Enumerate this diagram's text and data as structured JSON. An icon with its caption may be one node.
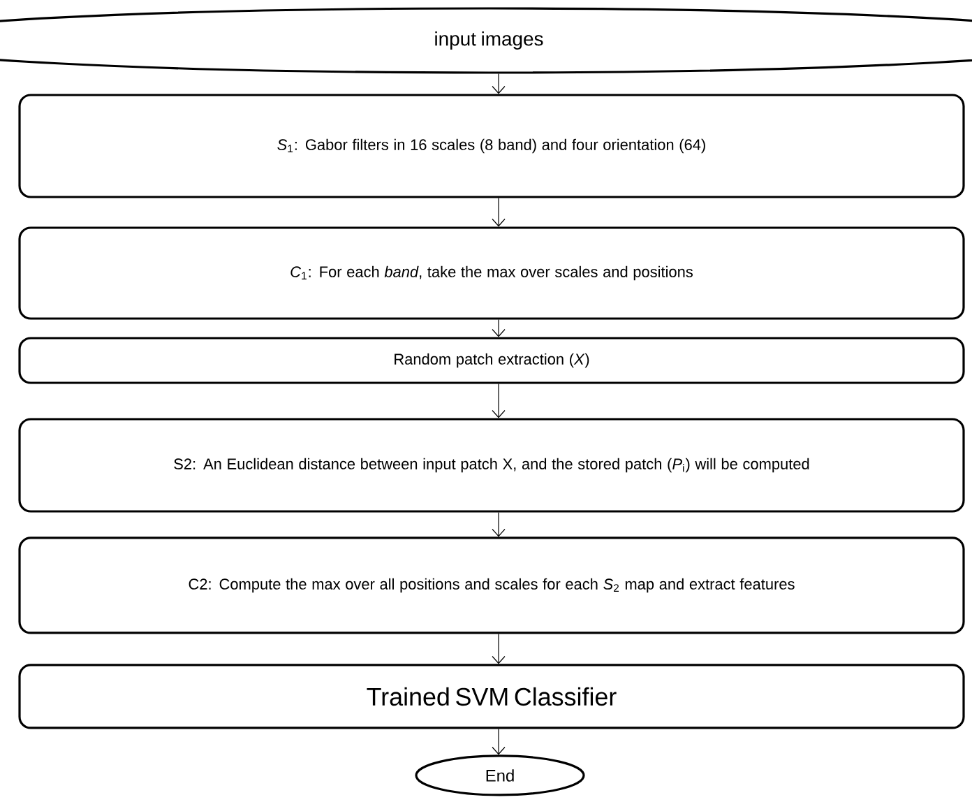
{
  "diagram": {
    "nodes": [
      {
        "text": [
          "input images"
        ]
      },
      {
        "text": [
          "*S*$_{1}$: Gabor filters in 16 scales (8 band) and four orientation (64)"
        ]
      },
      {
        "text": [
          "*C*$_{1}$: For each *band*, take the max over scales and positions"
        ]
      },
      {
        "text": [
          "Random patch extraction (*X*)"
        ]
      },
      {
        "text": [
          "S2: An Euclidean distance between input patch X, and the stored patch (*P*$_{i}$) will be computed"
        ]
      },
      {
        "text": [
          "C2: Compute the max over all positions and scales for each *S*$_{2}$ map and extract features"
        ]
      },
      {
        "text": [
          "Trained SVM Classifier"
        ]
      },
      {
        "text": [
          "End"
        ]
      }
    ],
    "edges": [
      {
        "from": 0,
        "to": 1,
        "arrow": "to"
      },
      {
        "from": 1,
        "to": 2,
        "arrow": "to"
      },
      {
        "from": 2,
        "to": 3,
        "arrow": "to"
      },
      {
        "from": 3,
        "to": 4,
        "arrow": "to"
      },
      {
        "from": 4,
        "to": 5,
        "arrow": "to"
      },
      {
        "from": 5,
        "to": 6,
        "arrow": "to"
      },
      {
        "from": 6,
        "to": 7,
        "arrow": "to"
      }
    ]
  }
}
